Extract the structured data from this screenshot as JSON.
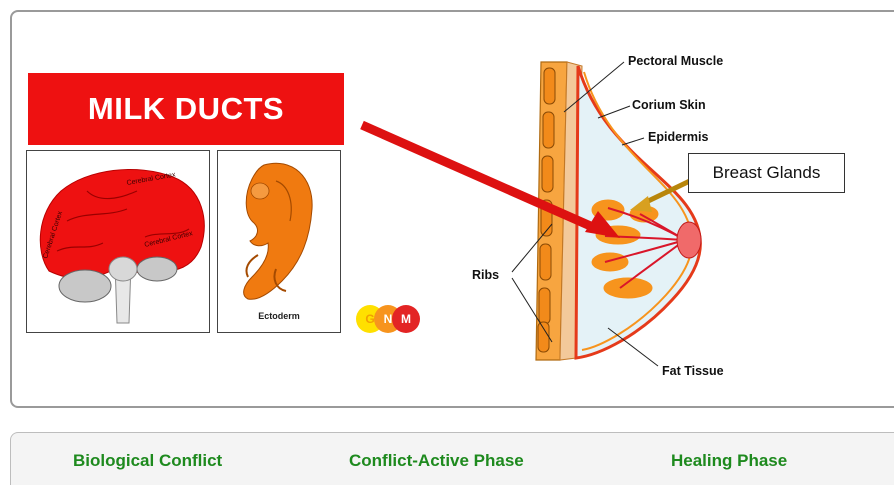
{
  "diagram": {
    "title": "MILK DUCTS",
    "brain_labels": [
      "Cerebral Cortex",
      "Cerebral Cortex",
      "Cerebral Cortex"
    ],
    "embryo_label": "Ectoderm",
    "logo_letters": [
      "G",
      "N",
      "M"
    ],
    "labels": {
      "pectoral_muscle": "Pectoral Muscle",
      "corium_skin": "Corium Skin",
      "epidermis": "Epidermis",
      "breast_glands": "Breast Glands",
      "ribs": "Ribs",
      "fat_tissue": "Fat Tissue"
    },
    "colors": {
      "title_bg": "#ee1111",
      "arrow": "#dd1111",
      "gland_orange": "#f7941d",
      "fat_blue": "#e4f2f7",
      "logo_g": "#ffe000",
      "logo_n": "#f7941d",
      "logo_m": "#e32424"
    }
  },
  "tabs": [
    {
      "label": "Biological Conflict"
    },
    {
      "label": "Conflict-Active Phase"
    },
    {
      "label": "Healing Phase"
    }
  ],
  "tab_color": "#1e8a1e"
}
